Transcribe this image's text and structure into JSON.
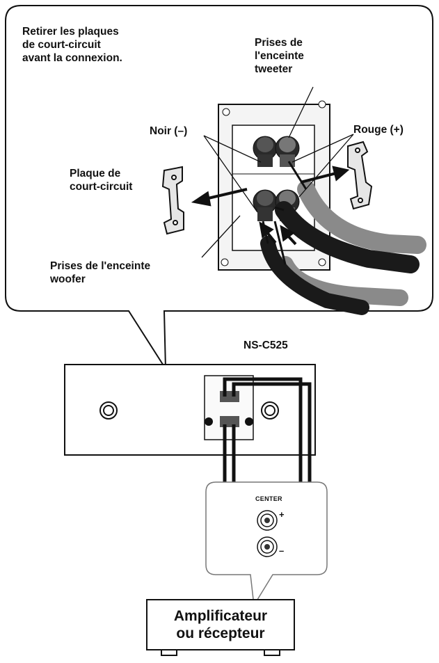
{
  "callout": {
    "instruction": "Retirer les plaques\nde court-circuit\navant la connexion.",
    "tweeter_label": "Prises de\nl'enceinte\ntweeter",
    "black_label": "Noir (–)",
    "red_label": "Rouge (+)",
    "plate_label": "Plaque de\ncourt-circuit",
    "woofer_label": "Prises de l'enceinte\nwoofer"
  },
  "speaker": {
    "model": "NS-C525"
  },
  "receiver_panel": {
    "channel": "CENTER",
    "plus": "+",
    "minus": "–"
  },
  "amplifier": {
    "label": "Amplificateur\nou récepteur"
  },
  "colors": {
    "line": "#111111",
    "cable_dark": "#1a1a1a",
    "cable_grey": "#8a8a8a",
    "plate_fill": "#e6e6e6"
  }
}
